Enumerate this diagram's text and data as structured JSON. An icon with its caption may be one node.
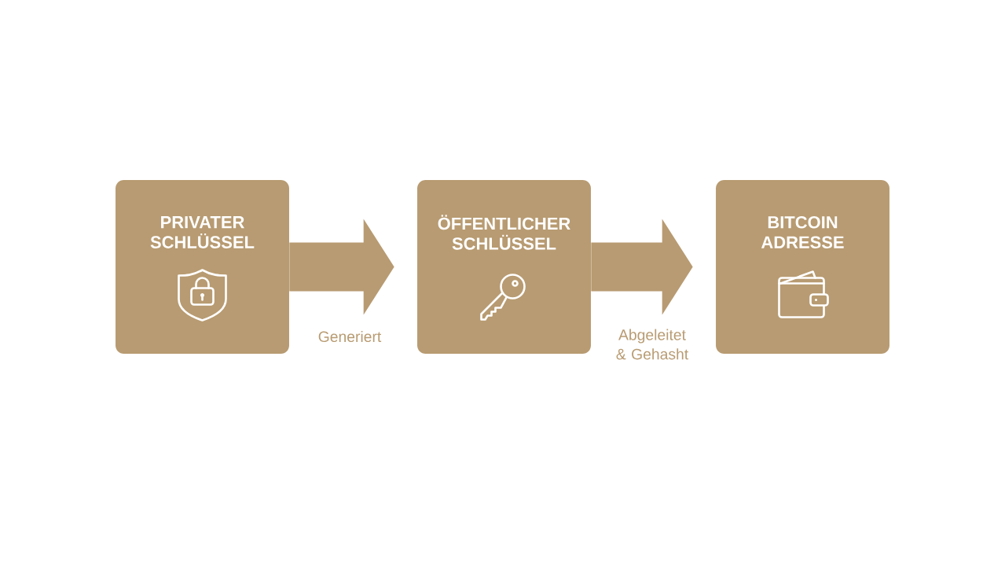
{
  "diagram": {
    "nodes": [
      {
        "text": [
          "PRIVATER SCHLÜSSEL"
        ]
      },
      {
        "text": [
          "ÖFFENTLICHER SCHLÜSSEL"
        ]
      },
      {
        "text": [
          "BITCOIN ADRESSE"
        ]
      }
    ],
    "edges": [
      {
        "from": 0,
        "to": 1,
        "arrow": "to",
        "label": "Generiert"
      },
      {
        "from": 1,
        "to": 2,
        "arrow": "to",
        "label": "Abgeleitet & Gehasht"
      }
    ]
  }
}
